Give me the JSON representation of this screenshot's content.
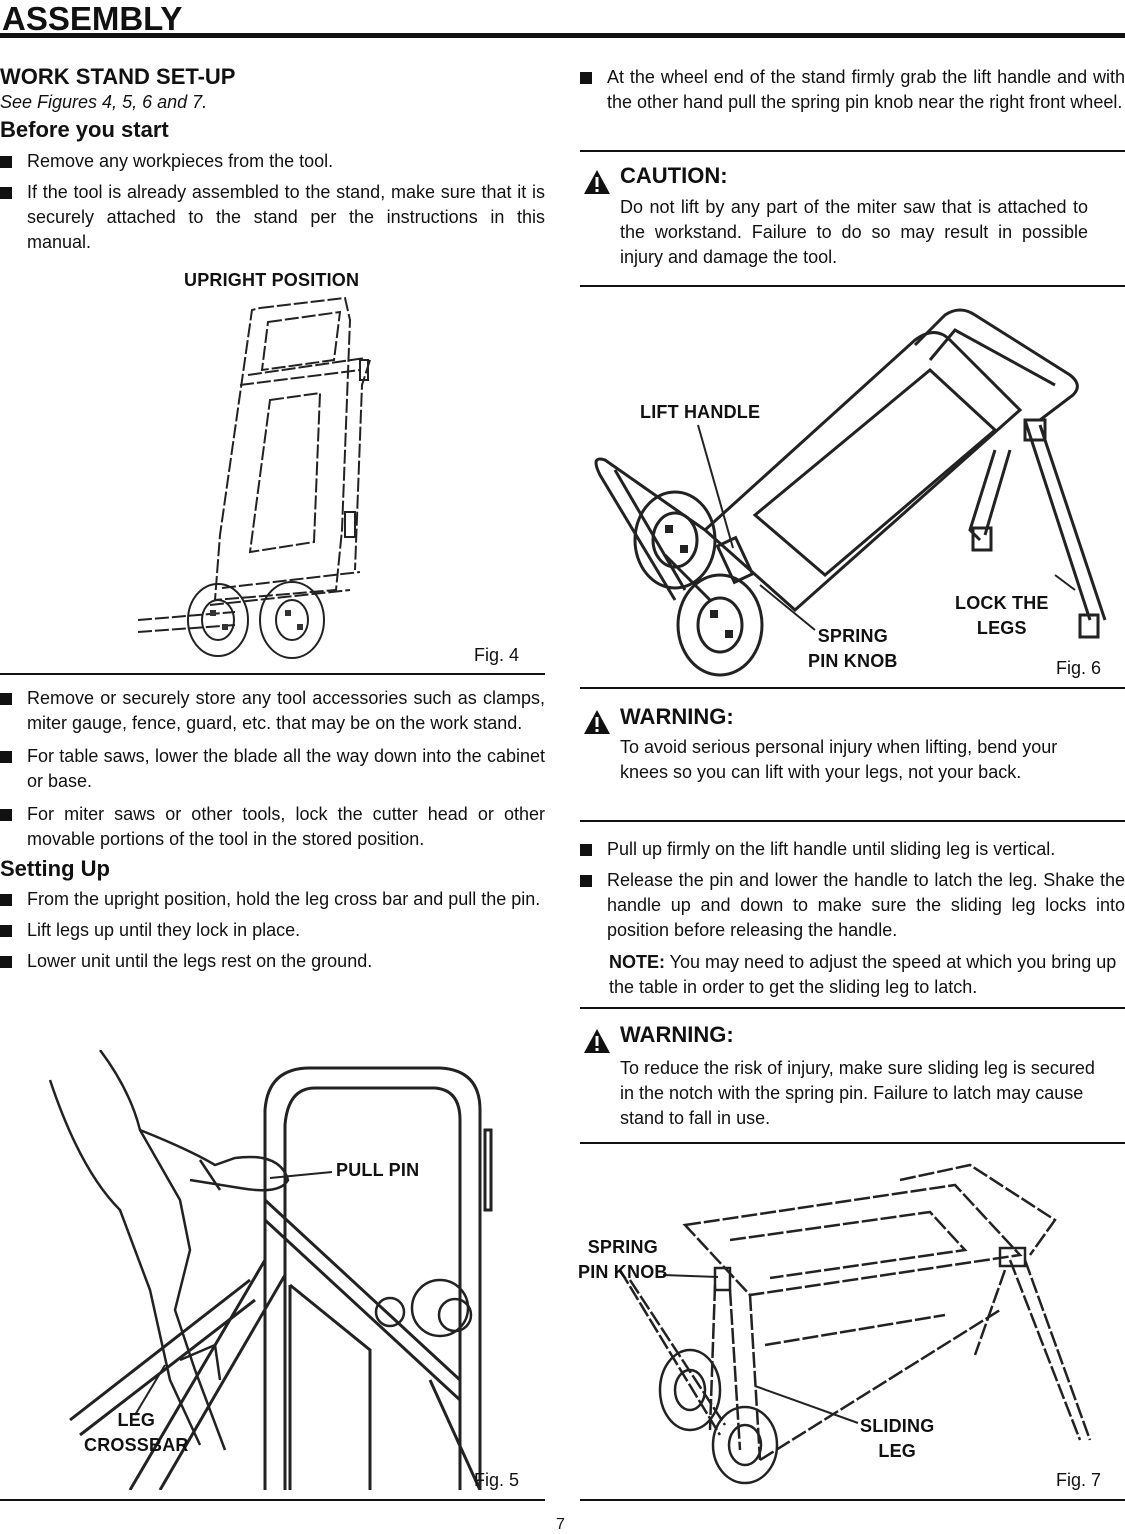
{
  "header": {
    "title": "ASSEMBLY"
  },
  "left": {
    "section_title": "WORK STAND SET-UP",
    "see_figures": "See Figures 4, 5, 6 and 7.",
    "before_title": "Before you start",
    "before_items": [
      "Remove any workpieces from the tool.",
      "If the tool is already assembled to the stand, make sure that it is securely attached to the stand per the instructions in this manual."
    ],
    "fig4": {
      "caption": "UPRIGHT POSITION",
      "label": "Fig. 4"
    },
    "more_items": [
      "Remove or securely store any tool accessories such as clamps, miter gauge, fence, guard, etc. that may be on the work stand.",
      "For table saws, lower the blade all the way down into the cabinet or base.",
      "For miter saws or other tools, lock the cutter head or other movable portions of the tool in the stored position."
    ],
    "setting_title": "Setting Up",
    "setting_items": [
      "From the upright position, hold the leg cross bar and pull the pin.",
      "Lift legs up until they lock in place.",
      "Lower unit until the legs rest on the ground."
    ],
    "fig5": {
      "callout_pull": "PULL PIN",
      "callout_leg_1": "LEG",
      "callout_leg_2": "CROSSBAR",
      "label": "Fig. 5"
    }
  },
  "right": {
    "top_item": "At the wheel end of the stand firmly grab the lift handle and with the other hand pull the spring pin knob near the right front wheel.",
    "caution": {
      "title": "CAUTION:",
      "body": "Do not lift by any part of the miter saw that is attached to the workstand. Failure to do so may result in possible injury and damage the tool."
    },
    "fig6": {
      "lift": "LIFT HANDLE",
      "lock_1": "LOCK THE",
      "lock_2": "LEGS",
      "spring_1": "SPRING",
      "spring_2": "PIN KNOB",
      "label": "Fig. 6"
    },
    "warning1": {
      "title": "WARNING:",
      "body": "To avoid serious personal injury when lifting, bend your knees so you can lift with your legs, not your back."
    },
    "items": [
      "Pull up firmly on the lift handle until sliding leg is vertical.",
      "Release the pin and lower the handle to latch the leg. Shake the handle up and down to make sure the sliding leg locks into position before releasing the handle."
    ],
    "note_label": "NOTE:",
    "note_text": " You may need to adjust the speed at which you bring up the table in order to get the sliding leg to latch.",
    "warning2": {
      "title": "WARNING:",
      "body": "To reduce the risk of injury, make sure sliding leg is secured in the notch with the spring pin. Failure to latch may cause stand to fall in use."
    },
    "fig7": {
      "spring_1": "SPRING",
      "spring_2": "PIN KNOB",
      "sliding_1": "SLIDING",
      "sliding_2": "LEG",
      "label": "Fig. 7"
    }
  },
  "page_number": "7"
}
